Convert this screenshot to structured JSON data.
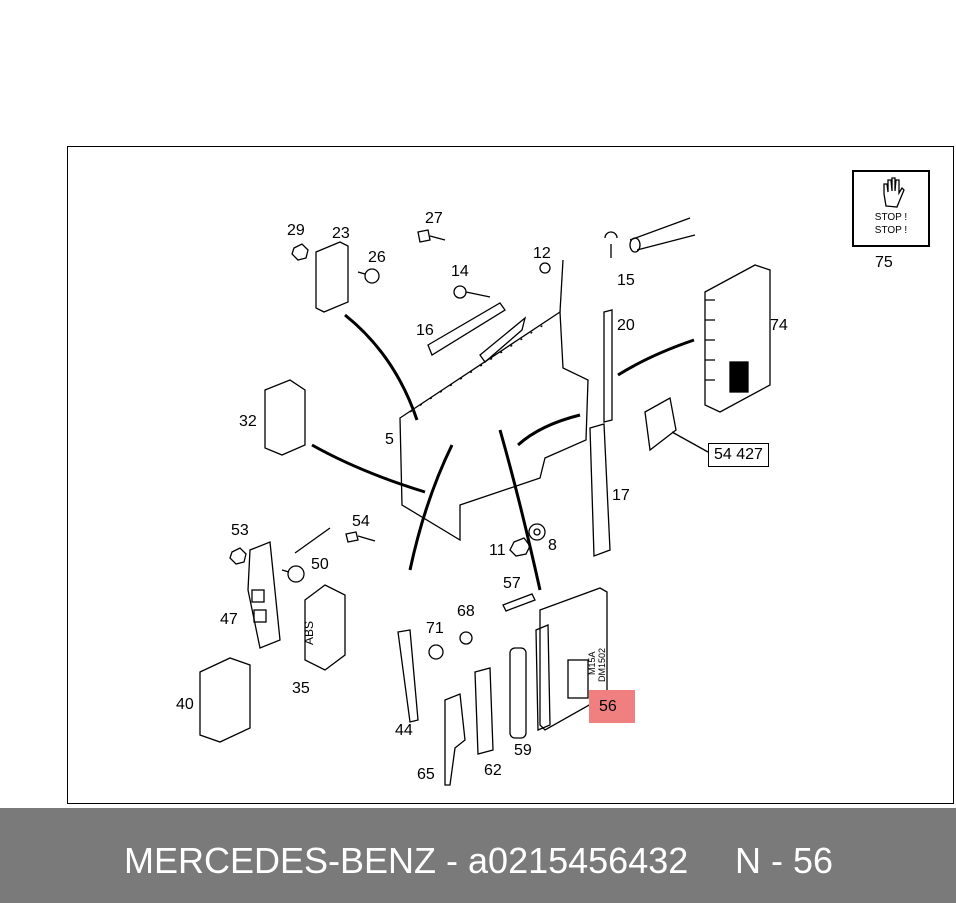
{
  "diagram": {
    "labels": {
      "p5": "5",
      "p8": "8",
      "p11": "11",
      "p12": "12",
      "p14": "14",
      "p15": "15",
      "p16": "16",
      "p17": "17",
      "p20": "20",
      "p23": "23",
      "p26": "26",
      "p27": "27",
      "p29": "29",
      "p32": "32",
      "p35": "35",
      "p40": "40",
      "p44": "44",
      "p47": "47",
      "p50": "50",
      "p53": "53",
      "p54": "54",
      "p57": "57",
      "p59": "59",
      "p62": "62",
      "p65": "65",
      "p68": "68",
      "p71": "71",
      "p74": "74",
      "p75": "75"
    },
    "boxed_label": "54 427",
    "highlighted_label": "56",
    "highlight_color": "#f08080",
    "abs_text": "ABS",
    "module_text_1": "M15A",
    "module_text_2": "DM1502",
    "stop_sign": {
      "line1": "STOP !",
      "line2": "STOP !"
    }
  },
  "footer": {
    "brand_part": "MERCEDES-BENZ - a0215456432",
    "page_ref": "N - 56",
    "background": "#7a7a7a"
  }
}
